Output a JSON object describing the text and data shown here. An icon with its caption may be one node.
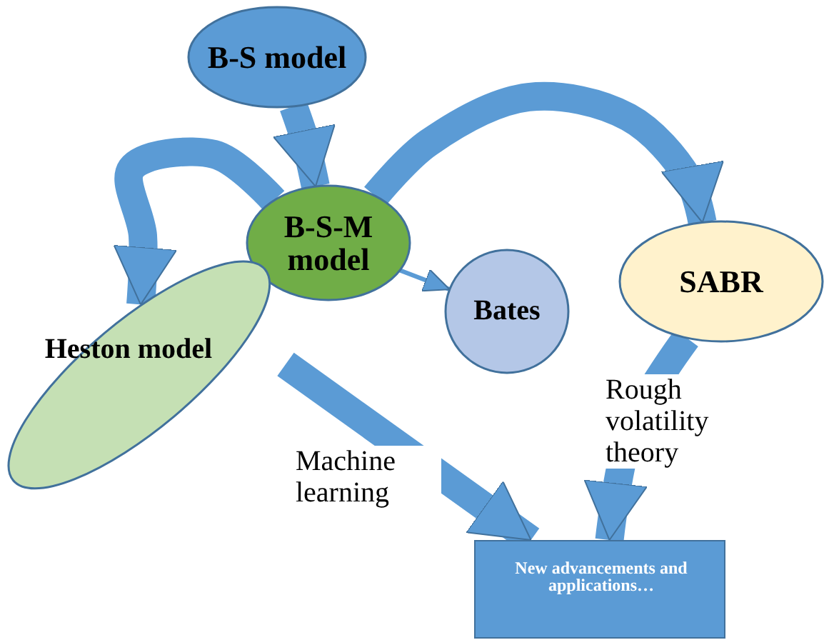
{
  "diagram": {
    "nodes": [
      {
        "text": [
          "B-S model"
        ]
      },
      {
        "text": [
          "B-S-M model"
        ]
      },
      {
        "text": [
          "Heston model"
        ]
      },
      {
        "text": [
          "Bates"
        ]
      },
      {
        "text": [
          "SABR"
        ]
      },
      {
        "text": [
          "New advancements and applications…"
        ]
      }
    ],
    "edges": [
      {
        "from": 0,
        "to": 1,
        "arrow": "to"
      },
      {
        "from": 1,
        "to": 2,
        "arrow": "to"
      },
      {
        "from": 1,
        "to": 4,
        "arrow": "to"
      },
      {
        "from": 1,
        "to": 3,
        "arrow": "to"
      },
      {
        "from": null,
        "to": 5,
        "arrow": "to",
        "label": "Machine learning"
      },
      {
        "from": 4,
        "to": 5,
        "arrow": "to",
        "label": "Rough volatility theory"
      }
    ]
  }
}
